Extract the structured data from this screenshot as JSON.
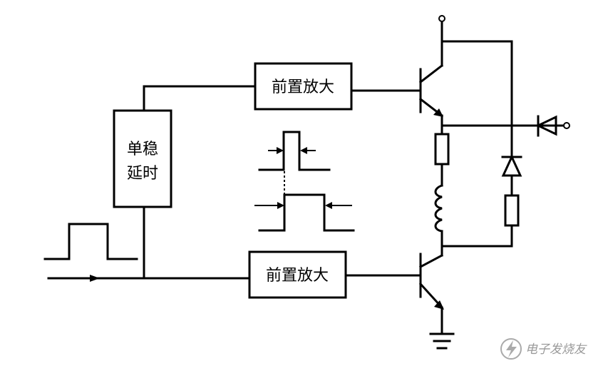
{
  "blocks": {
    "preamp_top": "前置放大",
    "preamp_bottom": "前置放大",
    "monostable_line1": "单稳",
    "monostable_line2": "延时"
  },
  "watermark": {
    "text": "电子发烧友",
    "icon": "lightning-logo-icon"
  },
  "colors": {
    "line": "#000000",
    "background": "#ffffff",
    "watermark": "#9a9a9a"
  }
}
